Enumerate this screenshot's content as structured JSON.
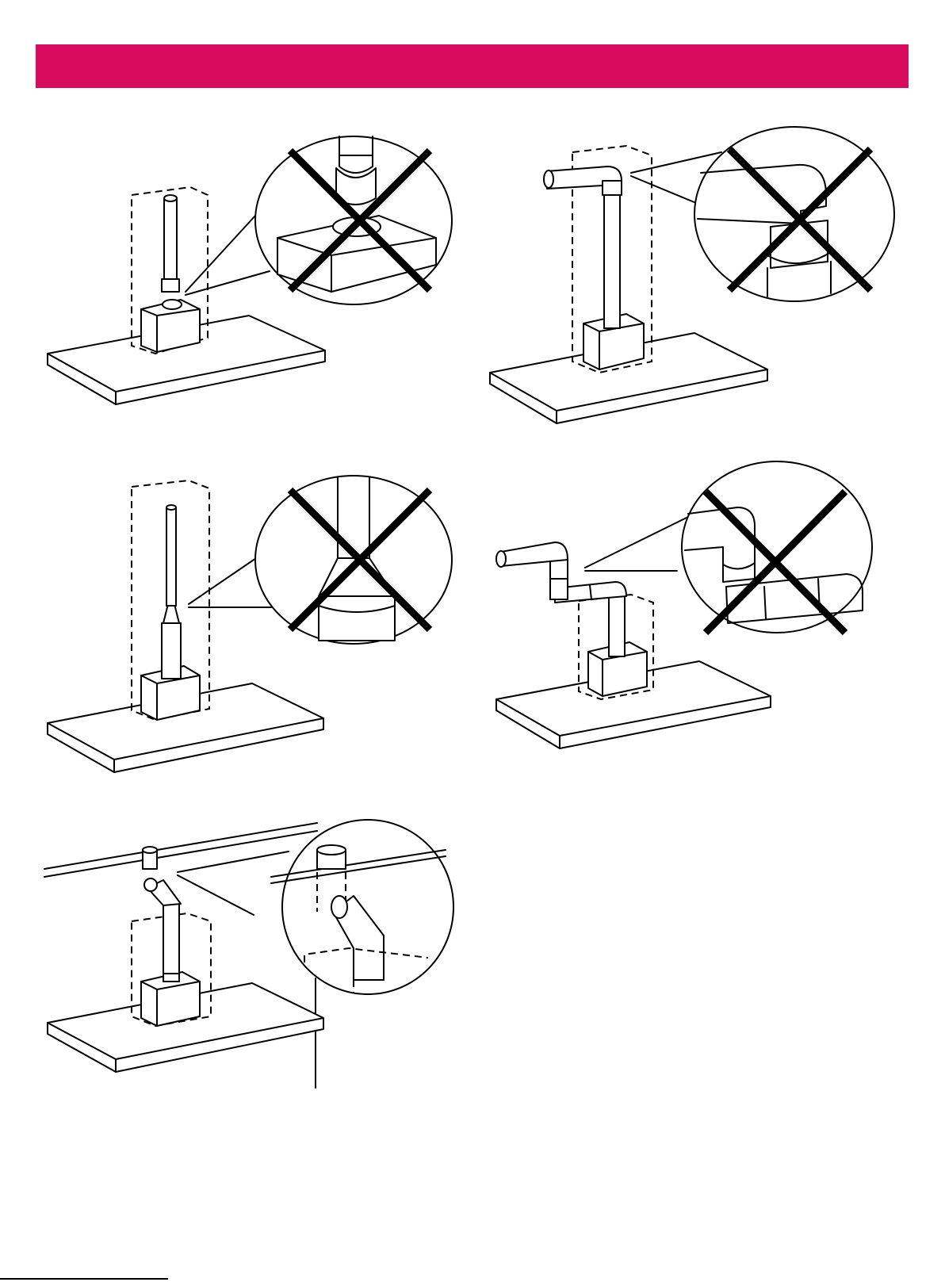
{
  "header": {
    "color": "#d90b5f"
  },
  "figures": [
    {
      "id": "pipe-disconnected",
      "allowed": false,
      "mark": "x-mark-icon"
    },
    {
      "id": "pipe-bend-near-unit",
      "allowed": false,
      "mark": "x-mark-icon"
    },
    {
      "id": "pipe-reduced-diameter",
      "allowed": false,
      "mark": "x-mark-icon"
    },
    {
      "id": "pipe-multiple-bends",
      "allowed": false,
      "mark": "x-mark-icon"
    },
    {
      "id": "pipe-correct-through-ceiling",
      "allowed": true,
      "mark": ""
    }
  ],
  "colors": {
    "line": "#000000",
    "accent": "#d90b5f",
    "background": "#ffffff"
  }
}
